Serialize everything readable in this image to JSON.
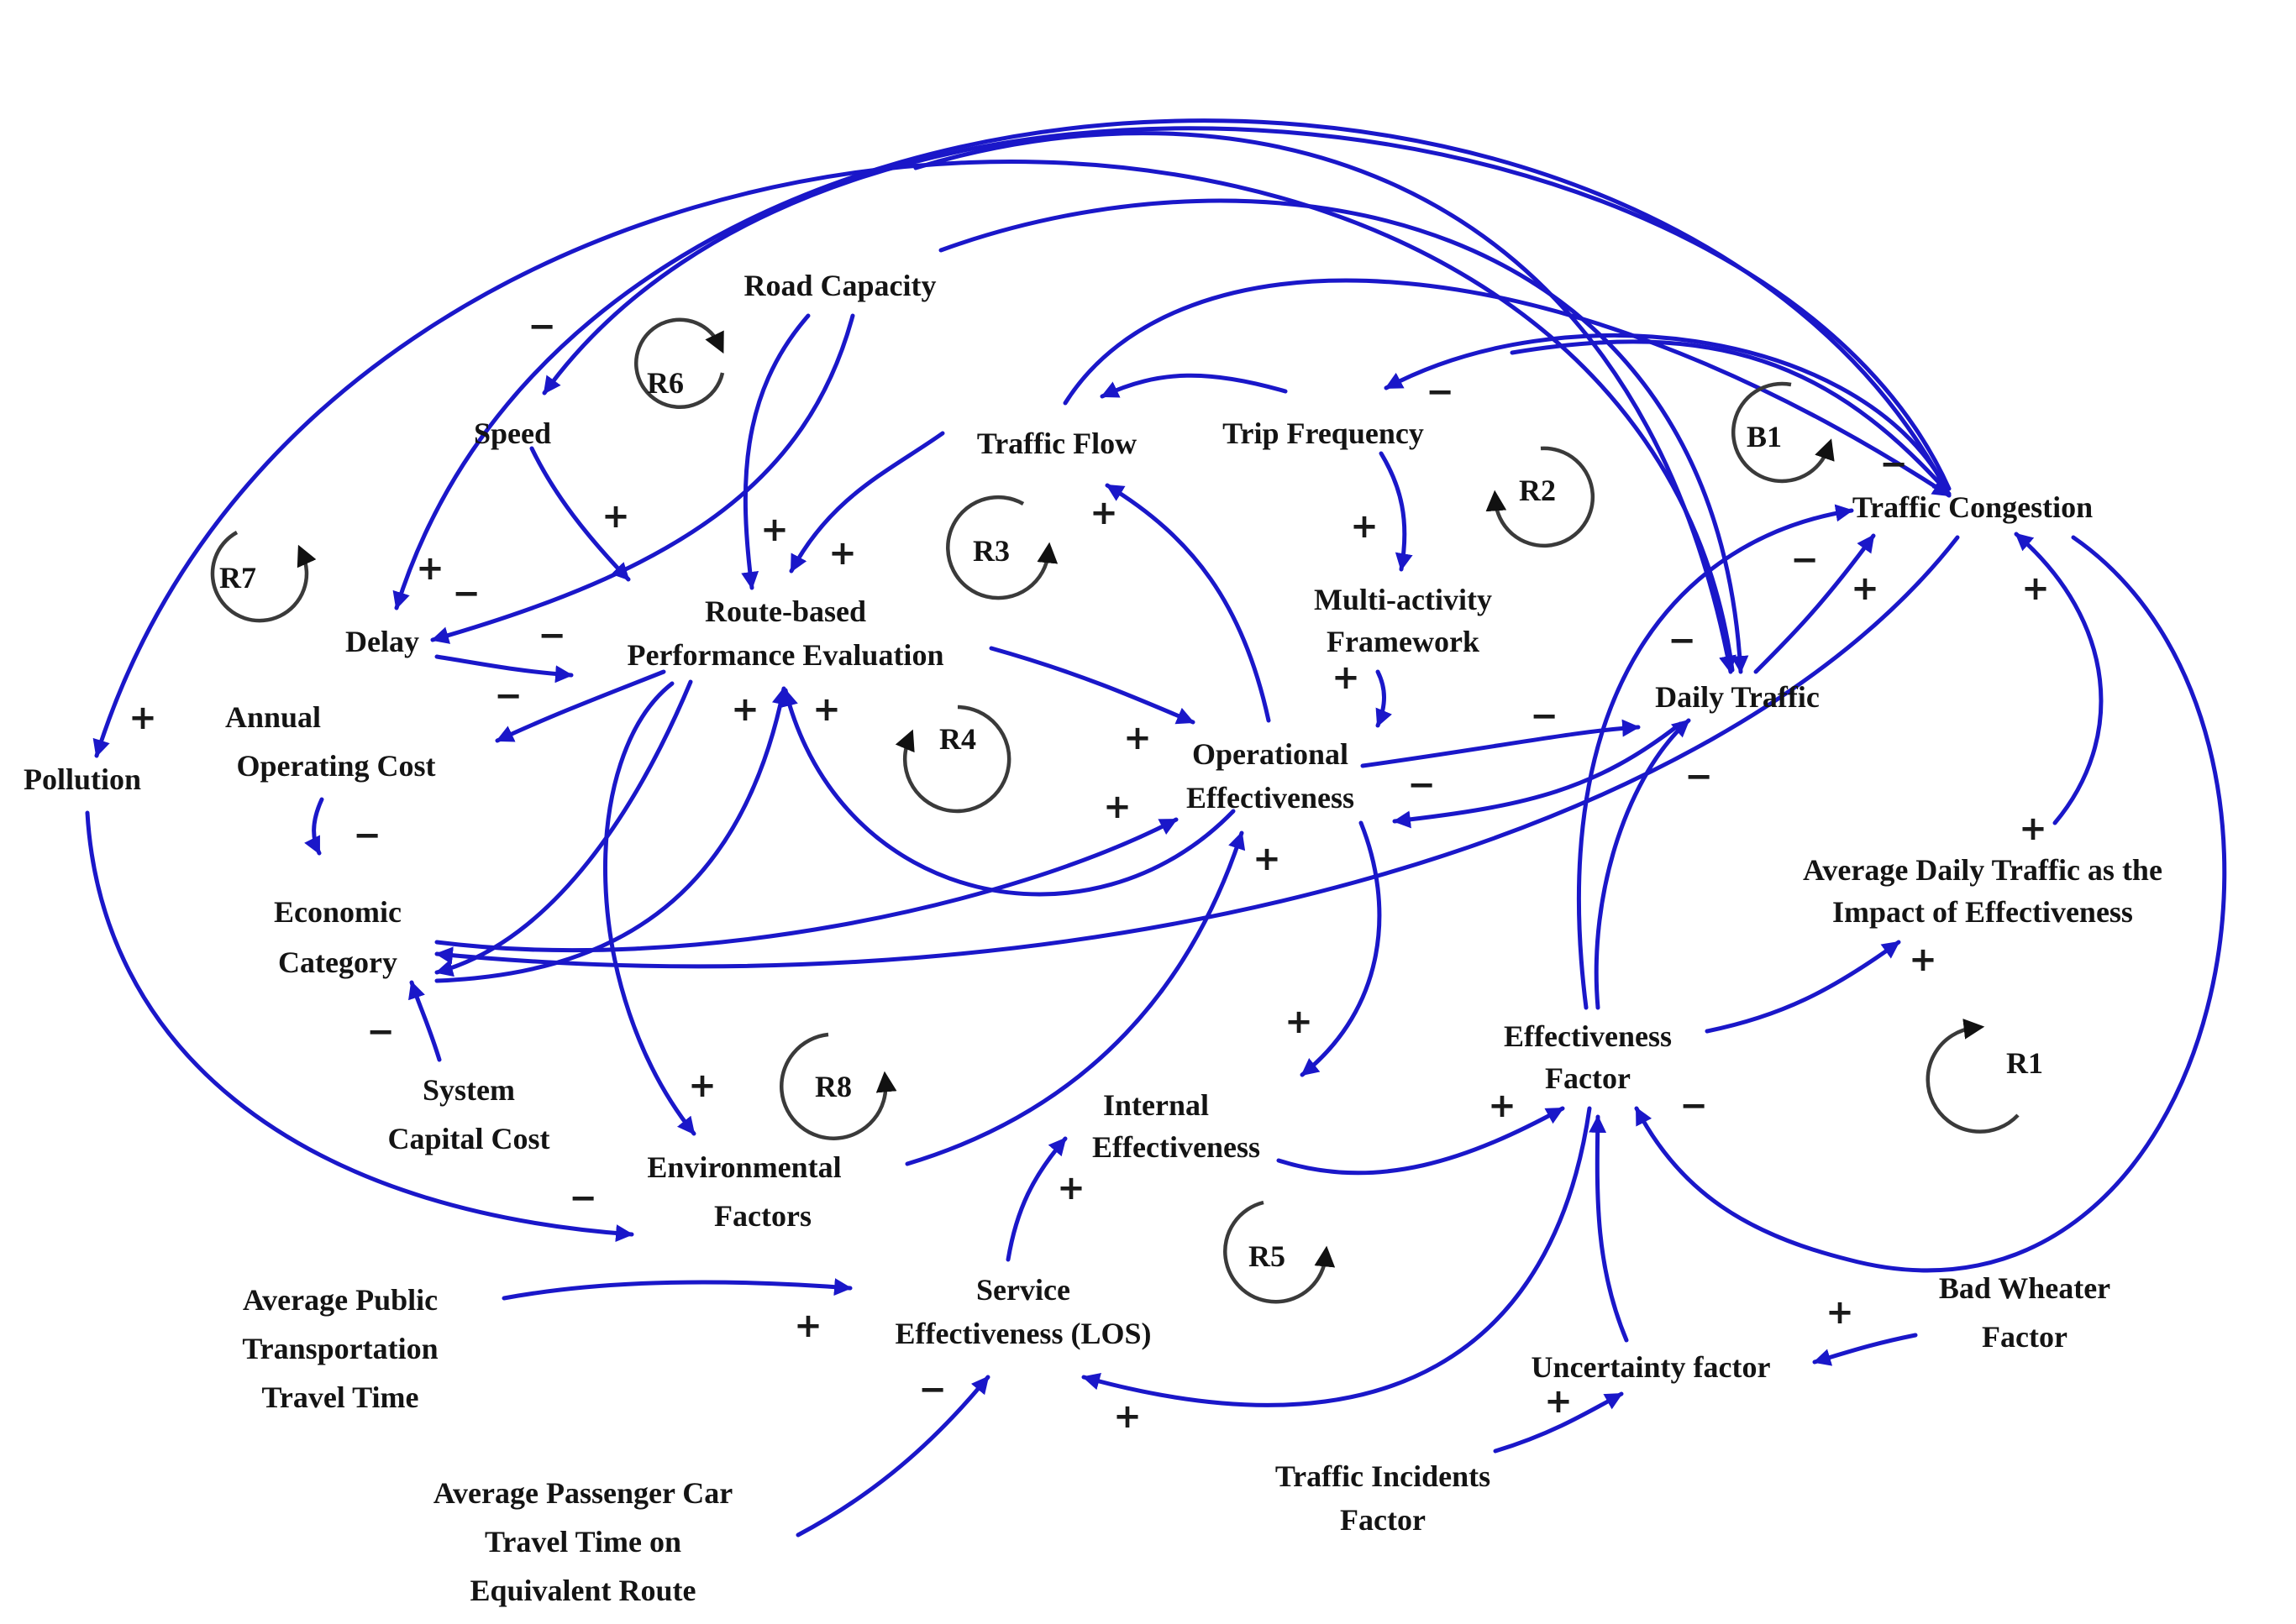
{
  "colors": {
    "link": "#1a17c9",
    "text": "#141414",
    "loop": "#3a3a3a",
    "background": "#ffffff"
  },
  "nodes": {
    "road_capacity": [
      "Road Capacity"
    ],
    "speed": [
      "Speed"
    ],
    "traffic_flow": [
      "Traffic Flow"
    ],
    "trip_frequency": [
      "Trip Frequency"
    ],
    "traffic_congestion": [
      "Traffic Congestion"
    ],
    "delay": [
      "Delay"
    ],
    "route_based": [
      "Route-based",
      "Performance Evaluation"
    ],
    "multi_activity": [
      "Multi-activity",
      "Framework"
    ],
    "daily_traffic": [
      "Daily Traffic"
    ],
    "pollution": [
      "Pollution"
    ],
    "annual_operating_cost": [
      "Annual",
      "Operating Cost"
    ],
    "operational_effectiveness": [
      "Operational",
      "Effectiveness"
    ],
    "economic_category": [
      "Economic",
      "Category"
    ],
    "average_daily_traffic": [
      "Average Daily Traffic as the",
      "Impact of Effectiveness"
    ],
    "effectiveness_factor": [
      "Effectiveness",
      "Factor"
    ],
    "system_capital_cost": [
      "System",
      "Capital Cost"
    ],
    "internal_effectiveness": [
      "Internal",
      "Effectiveness"
    ],
    "environmental_factors": [
      "Environmental",
      "Factors"
    ],
    "average_public_transport": [
      "Average Public",
      "Transportation",
      "Travel Time"
    ],
    "service_effectiveness": [
      "Service",
      "Effectiveness (LOS)"
    ],
    "uncertainty_factor": [
      "Uncertainty factor"
    ],
    "bad_weather": [
      "Bad Wheater",
      "Factor"
    ],
    "traffic_incidents": [
      "Traffic Incidents",
      "Factor"
    ],
    "average_passenger_car": [
      "Average Passenger Car",
      "Travel Time on",
      "Equivalent Route"
    ]
  },
  "loops": [
    "R6",
    "R7",
    "R3",
    "R2",
    "B1",
    "R4",
    "R8",
    "R1",
    "R5"
  ],
  "polarities": [
    "−",
    "+",
    "+",
    "+",
    "+",
    "−",
    "+",
    "−",
    "−",
    "+",
    "+",
    "+",
    "+",
    "+",
    "−",
    "−",
    "+",
    "+",
    "−",
    "+",
    "−",
    "+",
    "−",
    "−",
    "+",
    "−",
    "+",
    "+",
    "−",
    "−",
    "+",
    "+",
    "−",
    "+",
    "+",
    "+",
    "+",
    "+",
    "−"
  ]
}
